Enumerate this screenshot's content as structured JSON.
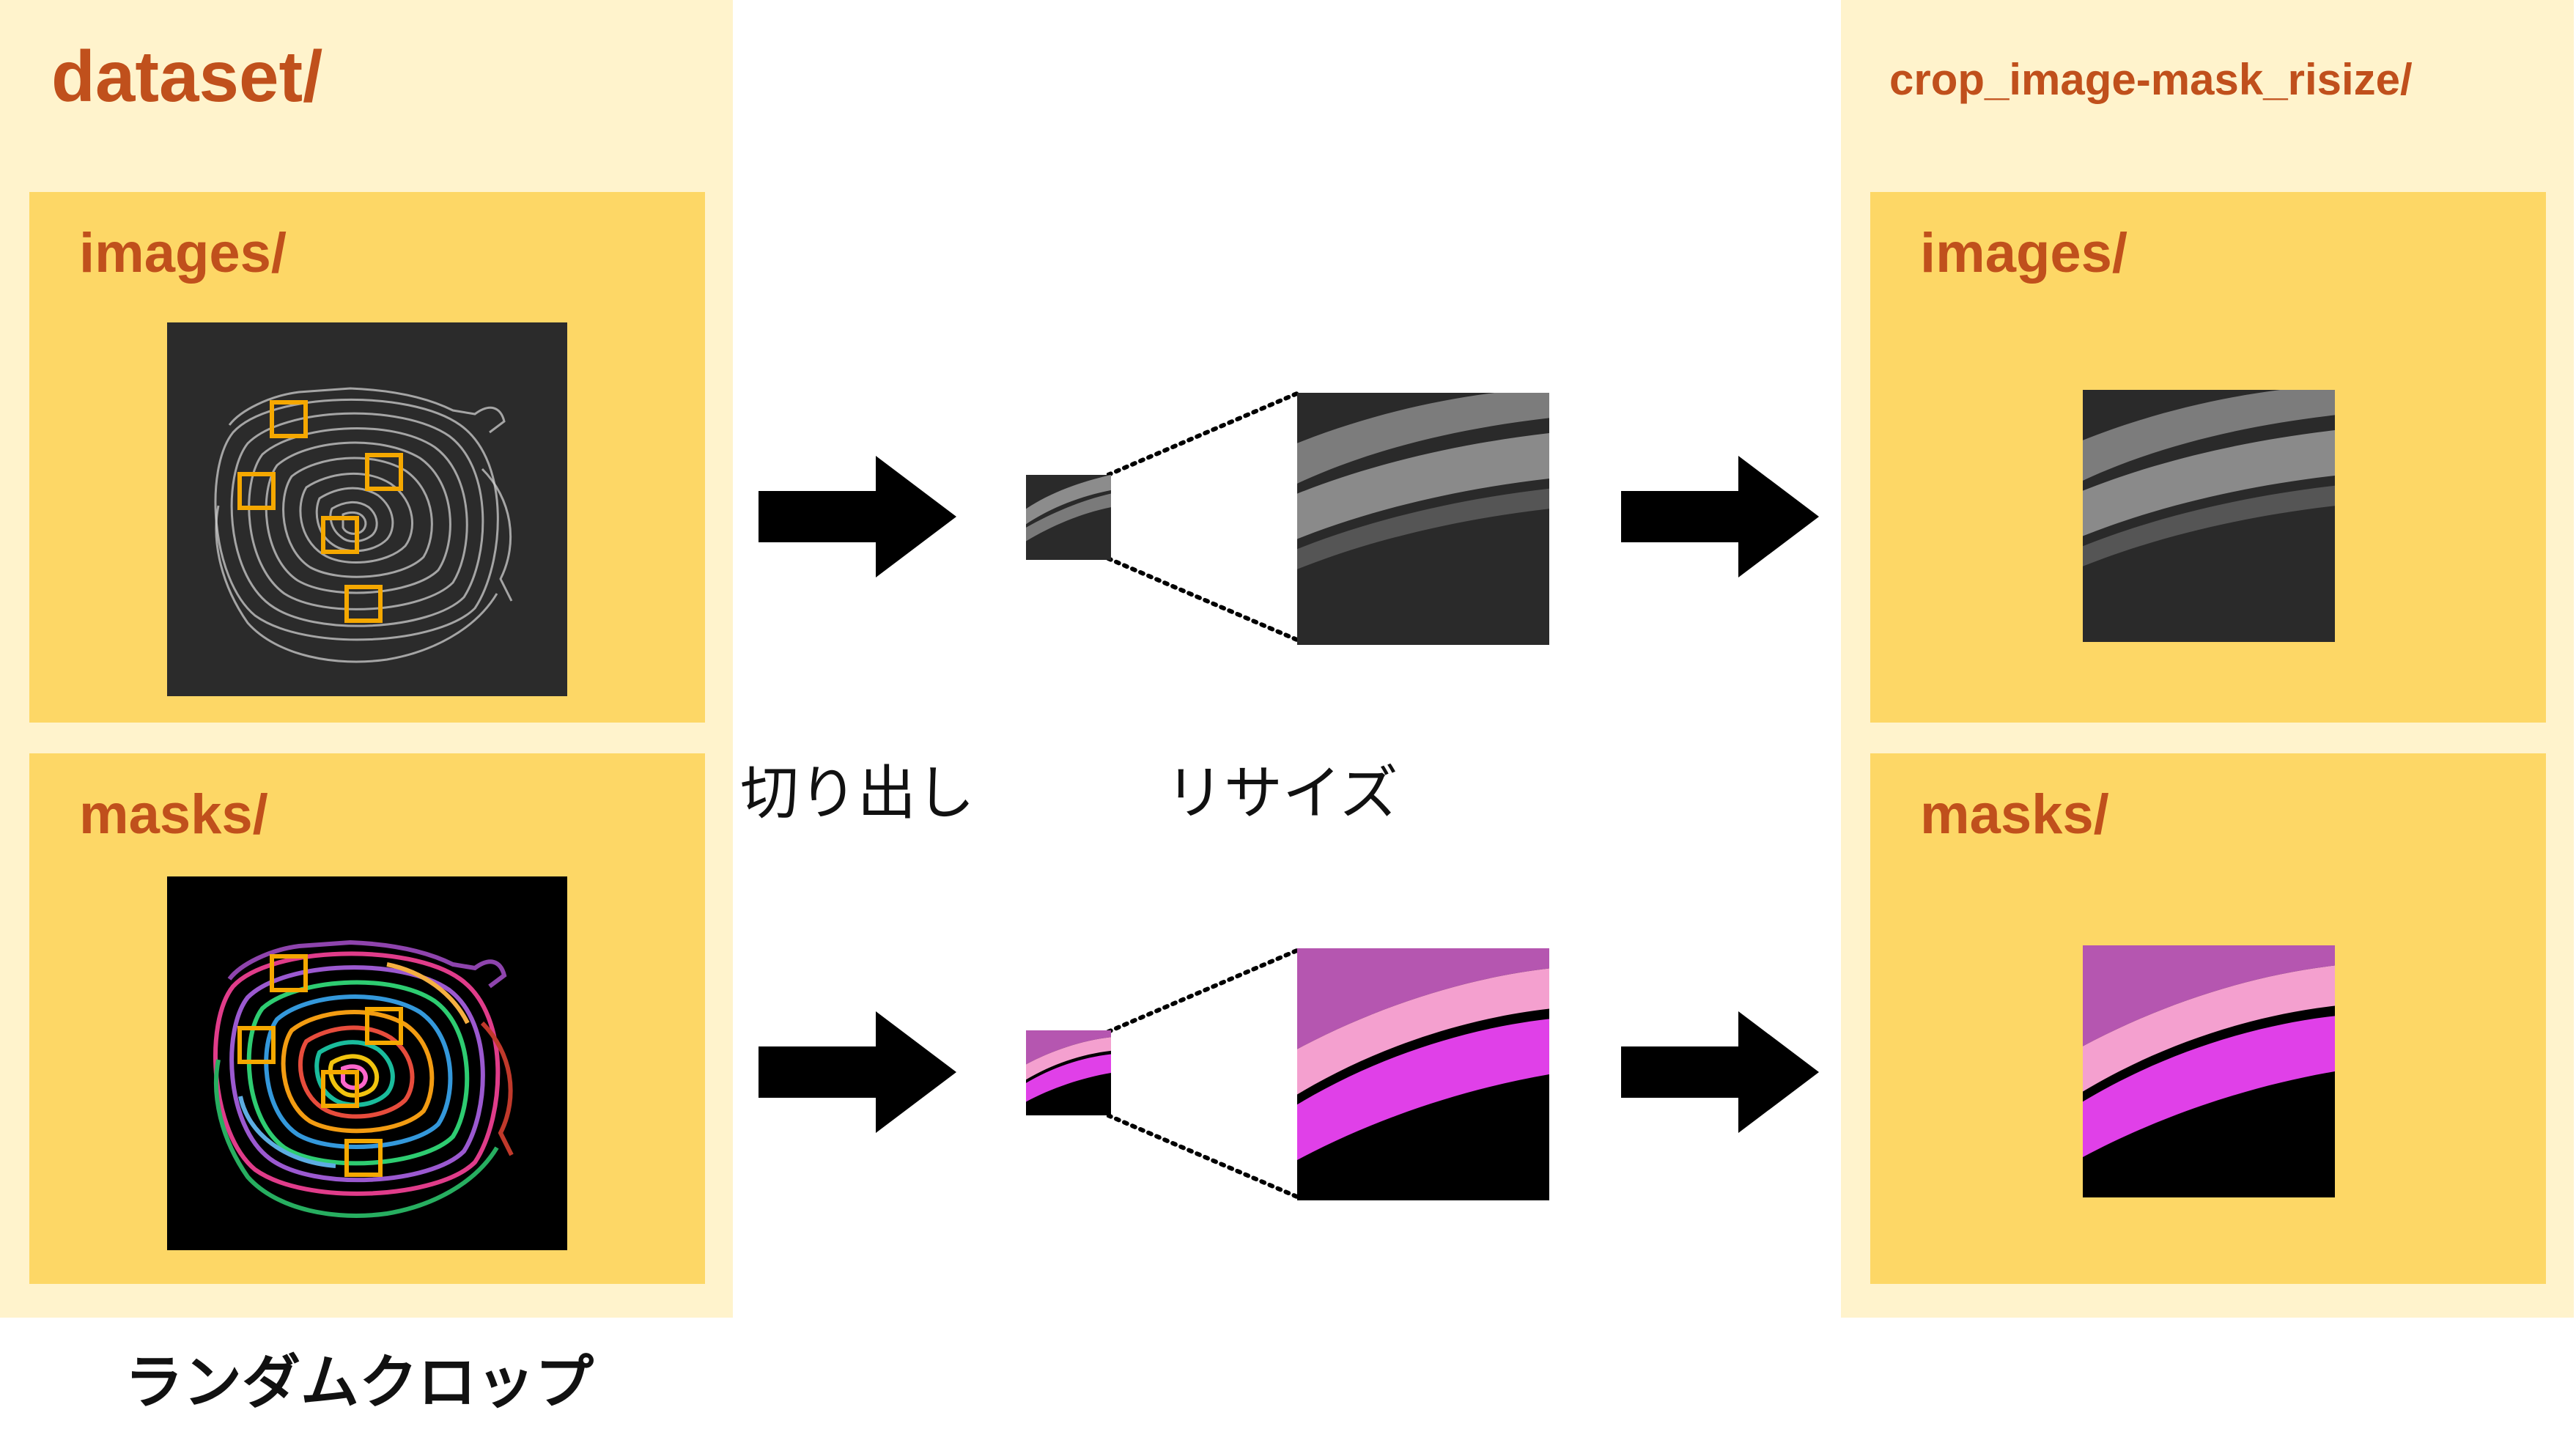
{
  "dataset": {
    "title": "dataset/",
    "images_label": "images/",
    "masks_label": "masks/",
    "caption": "ランダムクロップ"
  },
  "output": {
    "title": "crop_image-mask_risize/",
    "images_label": "images/",
    "masks_label": "masks/"
  },
  "steps": {
    "crop_label": "切り出し",
    "resize_label": "リサイズ"
  },
  "colors": {
    "outer_panel": "#fff3cc",
    "inner_panel": "#fdd766",
    "folder_text": "#c0501c",
    "crop_box": "#f5a800",
    "mask_pink_dark": "#b556b0",
    "mask_pink_light": "#f4a0cf",
    "mask_magenta": "#e040e8",
    "arrow": "#000000"
  },
  "icons": [
    "arrow-right-icon",
    "crop-box-icon"
  ]
}
